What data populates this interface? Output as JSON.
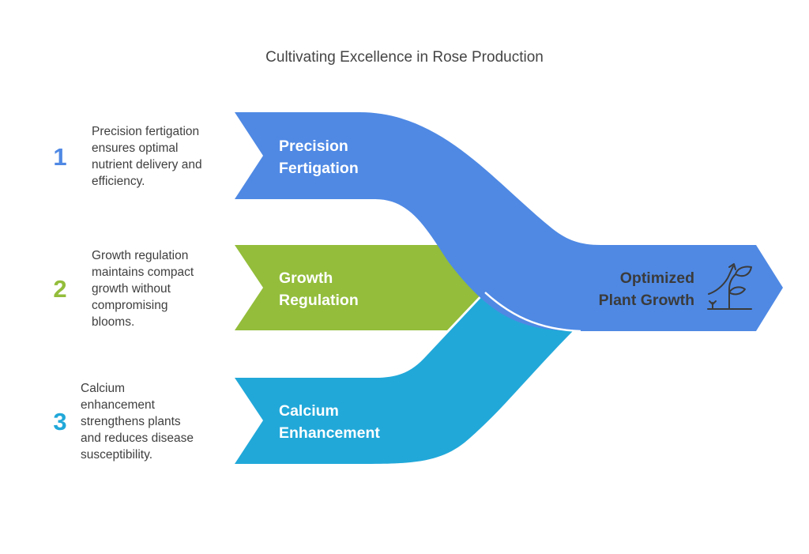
{
  "title": "Cultivating Excellence in Rose Production",
  "colors": {
    "blue": "#4f89e4",
    "green": "#93bd3b",
    "cyan": "#21a8d9",
    "text": "#3f3f3f",
    "background": "#ffffff"
  },
  "inputs": [
    {
      "number": "1",
      "label_lines": [
        "Precision",
        "Fertigation"
      ],
      "desc_lines": [
        "Precision fertigation",
        "ensures optimal",
        "nutrient delivery and",
        "efficiency."
      ],
      "color": "#4f89e4"
    },
    {
      "number": "2",
      "label_lines": [
        "Growth",
        "Regulation"
      ],
      "desc_lines": [
        "Growth regulation",
        "maintains compact",
        "growth without",
        "compromising",
        "blooms."
      ],
      "color": "#93bd3b"
    },
    {
      "number": "3",
      "label_lines": [
        "Calcium",
        "Enhancement"
      ],
      "desc_lines": [
        "Calcium",
        "enhancement",
        "strengthens plants",
        "and reduces disease",
        "susceptibility."
      ],
      "color": "#21a8d9"
    }
  ],
  "output": {
    "label_lines": [
      "Optimized",
      "Plant Growth"
    ],
    "icon": "plant-growth-icon",
    "color": "#4f89e4"
  }
}
